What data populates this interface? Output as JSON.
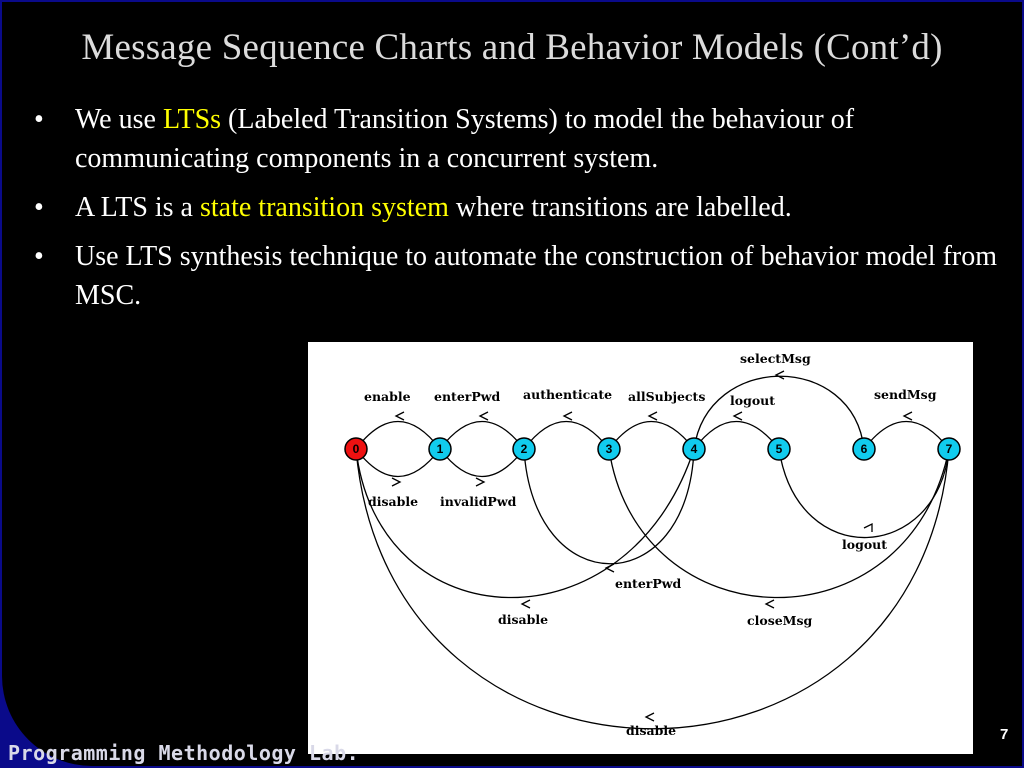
{
  "slide": {
    "title": "Message Sequence Charts and Behavior Models (Cont’d)",
    "bullets": [
      {
        "marker": "•",
        "parts": [
          {
            "text": "We use ",
            "highlight": false
          },
          {
            "text": "LTSs",
            "highlight": true
          },
          {
            "text": " (Labeled Transition Systems) to model the behaviour of communicating components in a concurrent system.",
            "highlight": false
          }
        ]
      },
      {
        "marker": "•",
        "parts": [
          {
            "text": "A LTS  is a ",
            "highlight": false
          },
          {
            "text": "state transition system",
            "highlight": true
          },
          {
            "text": " where transitions are labelled.",
            "highlight": false
          }
        ]
      },
      {
        "marker": "•",
        "parts": [
          {
            "text": "Use LTS synthesis technique to automate the construction of behavior model from MSC.",
            "highlight": false
          }
        ]
      }
    ],
    "footer": "Programming Methodology Lab.",
    "page_number": "7"
  },
  "diagram": {
    "states": [
      {
        "id": "0",
        "color": "#ee1111"
      },
      {
        "id": "1",
        "color": "#11ccee"
      },
      {
        "id": "2",
        "color": "#11ccee"
      },
      {
        "id": "3",
        "color": "#11ccee"
      },
      {
        "id": "4",
        "color": "#11ccee"
      },
      {
        "id": "5",
        "color": "#11ccee"
      },
      {
        "id": "6",
        "color": "#11ccee"
      },
      {
        "id": "7",
        "color": "#11ccee"
      }
    ],
    "transitions": [
      {
        "from": "0",
        "to": "1",
        "label": "enable"
      },
      {
        "from": "1",
        "to": "0",
        "label": "disable"
      },
      {
        "from": "1",
        "to": "2",
        "label": "enterPwd"
      },
      {
        "from": "2",
        "to": "1",
        "label": "invalidPwd"
      },
      {
        "from": "2",
        "to": "3",
        "label": "authenticate"
      },
      {
        "from": "3",
        "to": "4",
        "label": "allSubjects"
      },
      {
        "from": "4",
        "to": "6",
        "label": "selectMsg"
      },
      {
        "from": "4",
        "to": "5",
        "label": "logout"
      },
      {
        "from": "6",
        "to": "7",
        "label": "sendMsg"
      },
      {
        "from": "5",
        "to": "7",
        "label": "logout"
      },
      {
        "from": "4",
        "to": "2",
        "label": "enterPwd"
      },
      {
        "from": "4",
        "to": "0",
        "label": "disable"
      },
      {
        "from": "7",
        "to": "3",
        "label": "closeMsg"
      },
      {
        "from": "7",
        "to": "0",
        "label": "disable"
      }
    ]
  }
}
